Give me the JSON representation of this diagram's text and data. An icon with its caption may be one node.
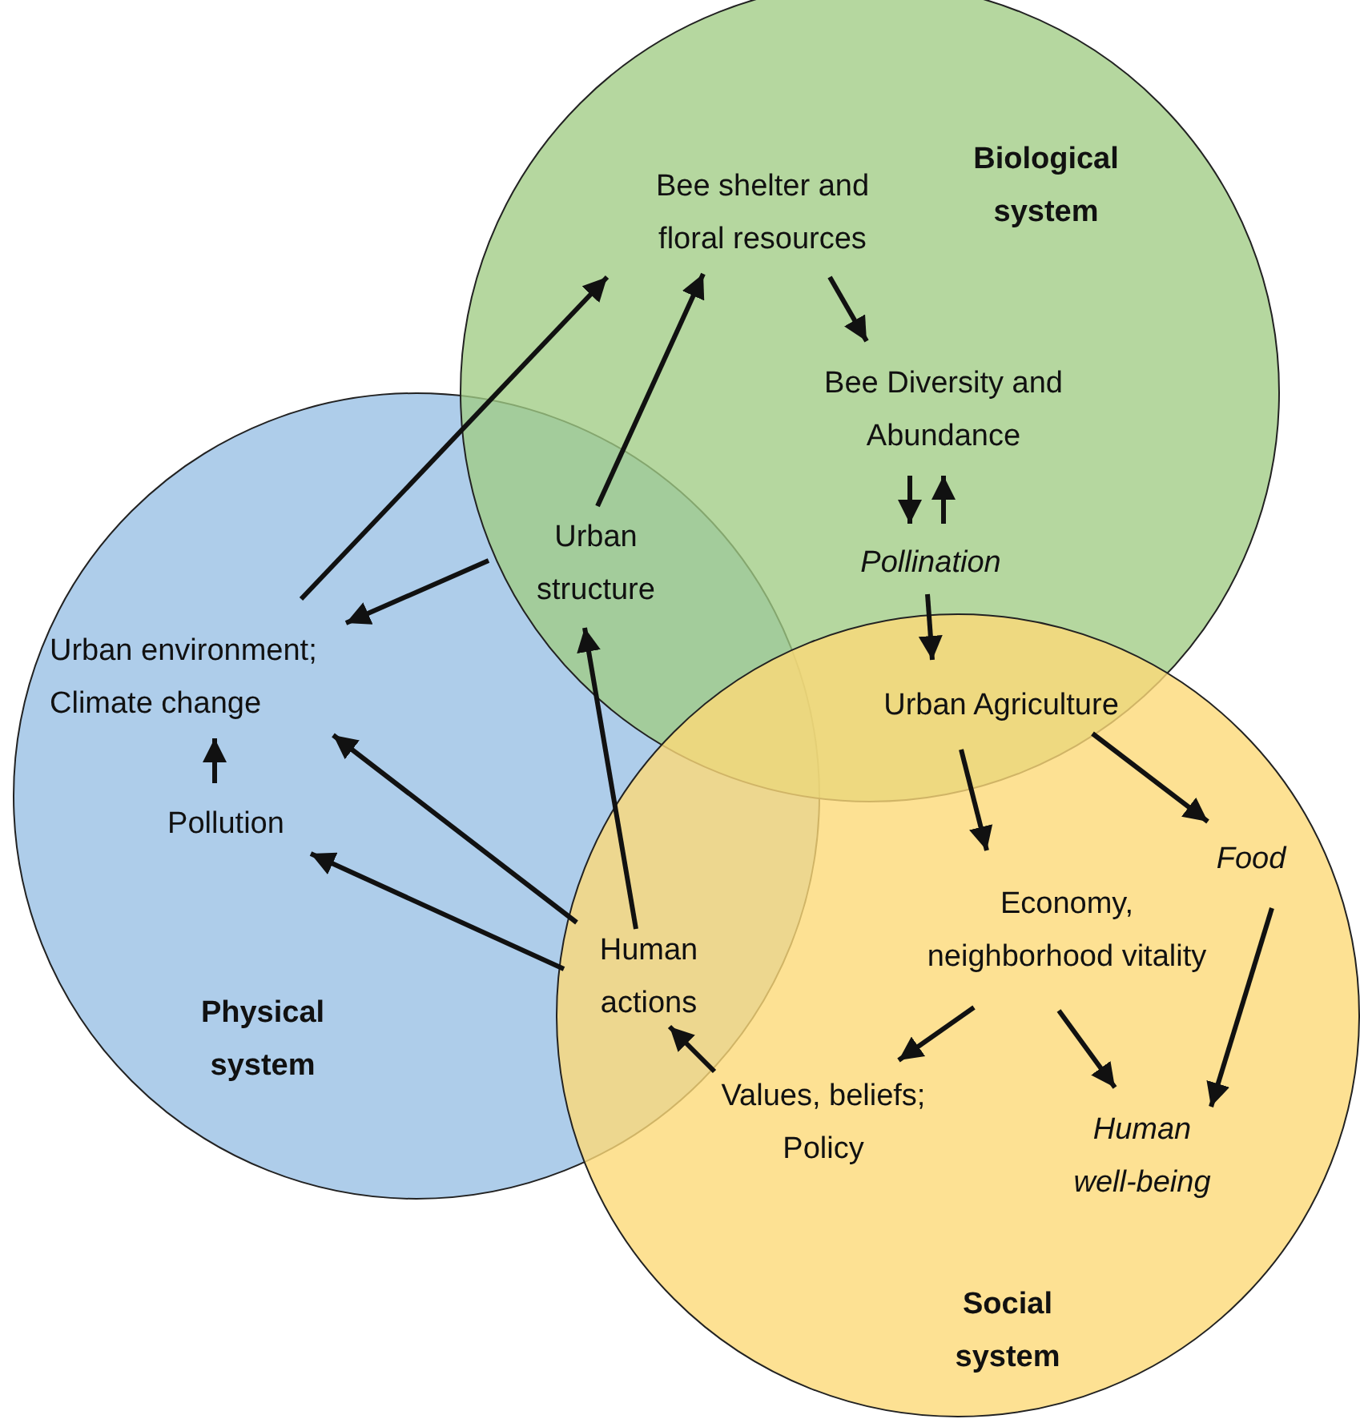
{
  "diagram": {
    "nodes": [
      {
        "text": [
          "Biological system"
        ]
      },
      {
        "text": [
          "Physical system"
        ]
      },
      {
        "text": [
          "Social system"
        ]
      },
      {
        "text": [
          "Bee shelter and floral resources"
        ],
        "in": 0
      },
      {
        "text": [
          "Bee Diversity and Abundance"
        ],
        "in": 0
      },
      {
        "text": [
          "Pollination"
        ],
        "in": 0
      },
      {
        "text": [
          "Urban structure"
        ]
      },
      {
        "text": [
          "Urban environment; Climate change"
        ],
        "in": 1
      },
      {
        "text": [
          "Pollution"
        ],
        "in": 1
      },
      {
        "text": [
          "Urban Agriculture"
        ]
      },
      {
        "text": [
          "Food"
        ],
        "in": 2
      },
      {
        "text": [
          "Economy, neighborhood vitality"
        ],
        "in": 2
      },
      {
        "text": [
          "Human actions"
        ]
      },
      {
        "text": [
          "Values, beliefs; Policy"
        ],
        "in": 2
      },
      {
        "text": [
          "Human well-being"
        ],
        "in": 2
      }
    ],
    "edges": [
      {
        "from": 7,
        "to": 3,
        "arrow": "to"
      },
      {
        "from": 6,
        "to": 3,
        "arrow": "to"
      },
      {
        "from": 3,
        "to": 4,
        "arrow": "to"
      },
      {
        "from": 4,
        "to": 5,
        "arrow": "to"
      },
      {
        "from": 5,
        "to": 4,
        "arrow": "to"
      },
      {
        "from": 5,
        "to": 9,
        "arrow": "to"
      },
      {
        "from": 6,
        "to": 7,
        "arrow": "to"
      },
      {
        "from": 8,
        "to": 7,
        "arrow": "to"
      },
      {
        "from": 12,
        "to": 6,
        "arrow": "to"
      },
      {
        "from": 12,
        "to": 7,
        "arrow": "to"
      },
      {
        "from": 12,
        "to": 8,
        "arrow": "to"
      },
      {
        "from": 9,
        "to": 11,
        "arrow": "to"
      },
      {
        "from": 9,
        "to": 10,
        "arrow": "to"
      },
      {
        "from": 10,
        "to": 14,
        "arrow": "to"
      },
      {
        "from": 11,
        "to": 13,
        "arrow": "to"
      },
      {
        "from": 11,
        "to": 14,
        "arrow": "to"
      },
      {
        "from": 13,
        "to": 12,
        "arrow": "to"
      }
    ]
  }
}
